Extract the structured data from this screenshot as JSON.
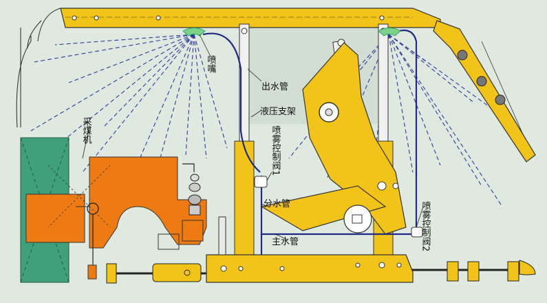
{
  "labels": {
    "nozzle": "喷嘴",
    "outlet_pipe": "出水管",
    "hydraulic_support": "液压支架",
    "shearer": "采煤机",
    "spray_valve_1": "喷雾控制阀1",
    "branch_pipe": "分水管",
    "main_pipe": "主水管",
    "spray_valve_2": "喷雾控制阀2"
  },
  "colors": {
    "background": "#dfe9df",
    "support_yellow": "#f2c318",
    "shearer_orange": "#ee7a14",
    "coal_wall_green": "#3fa07b",
    "spray_dash": "#2c3a9e",
    "pipe_blue": "#1f2a86",
    "outline": "#2a2a2a"
  },
  "icons": [
    "spray-nozzle-icon",
    "spray-valve-icon"
  ]
}
